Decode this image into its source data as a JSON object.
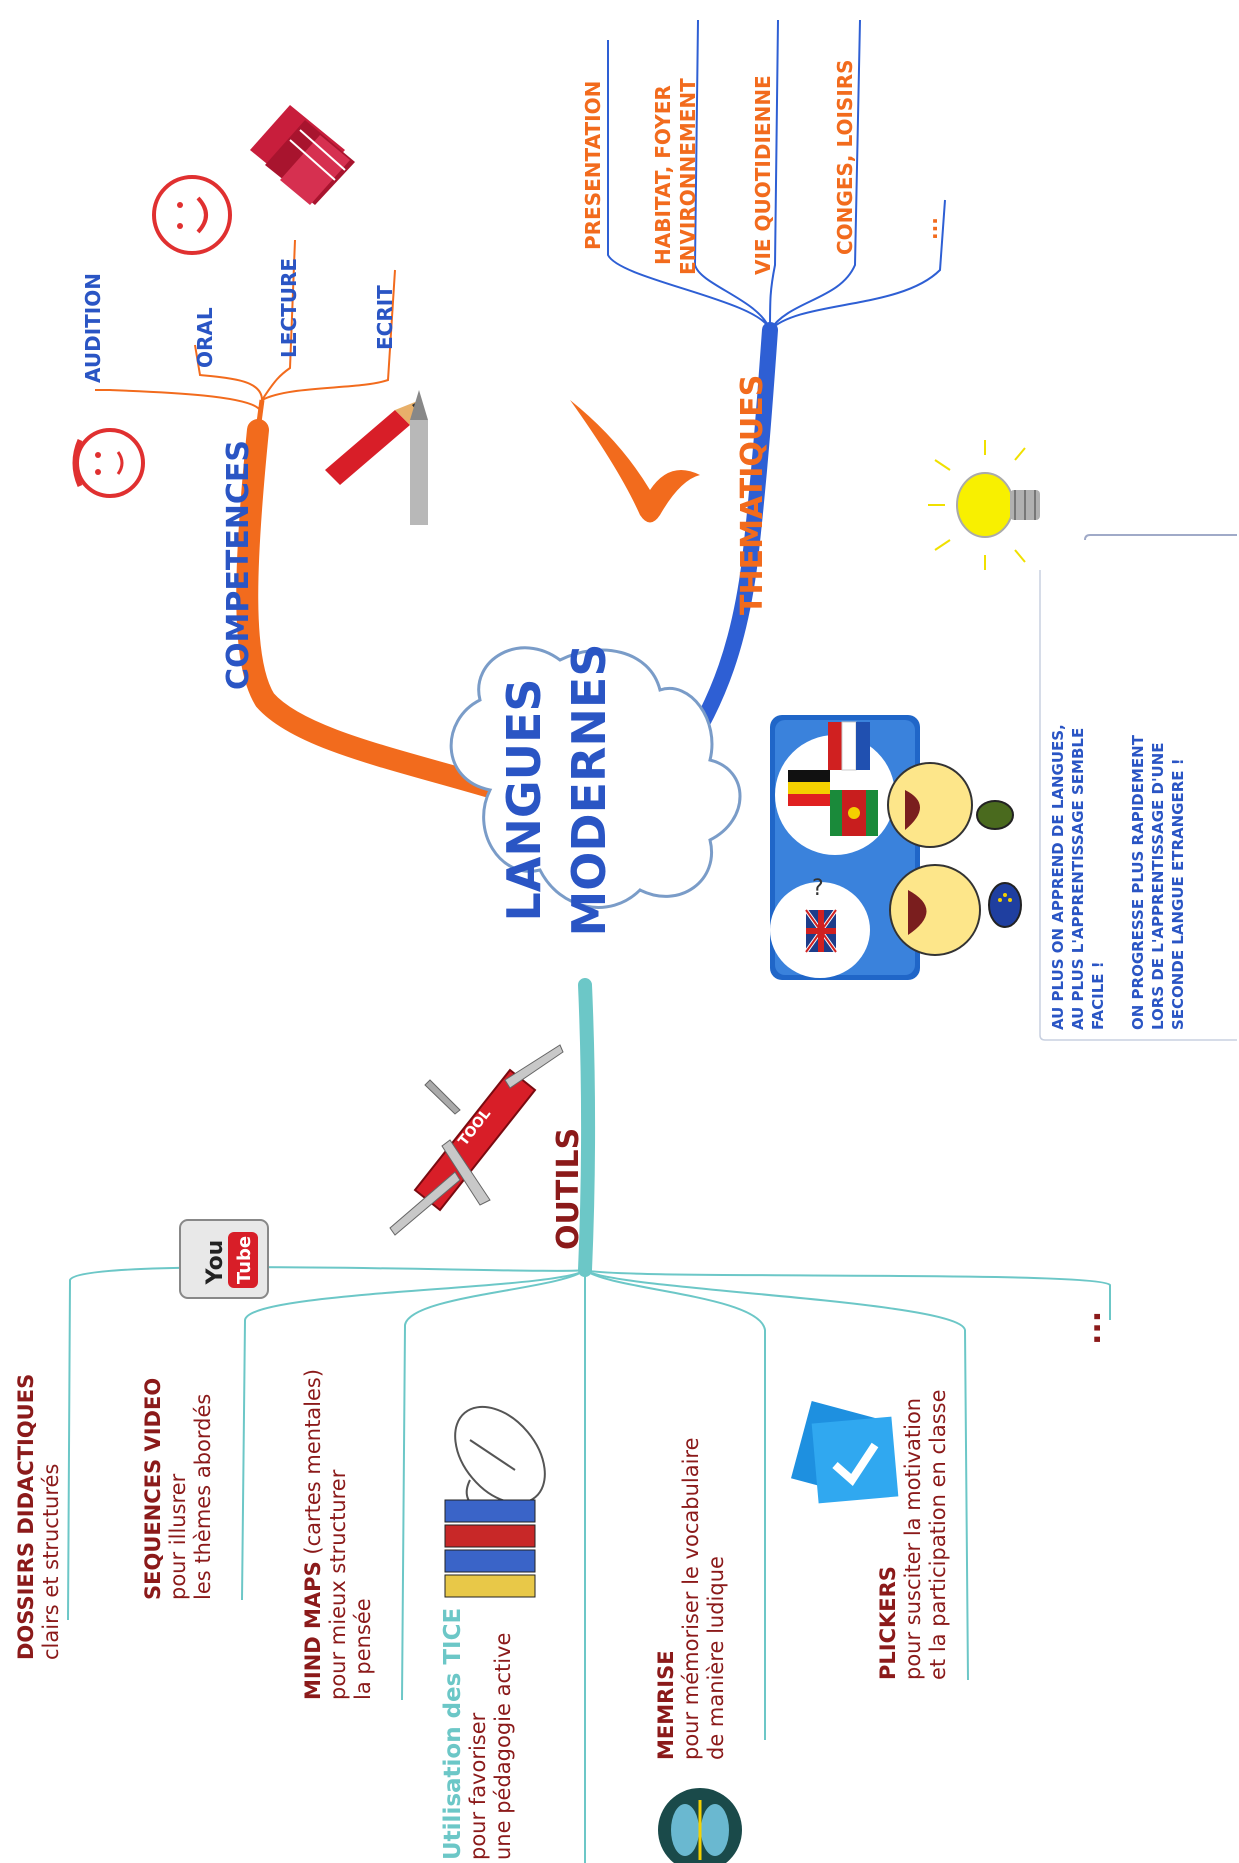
{
  "central": {
    "line1": "LANGUES",
    "line2": "MODERNES"
  },
  "competences": {
    "title": "COMPETENCES",
    "items": [
      "AUDITION",
      "ORAL",
      "LECTURE",
      "ECRIT"
    ]
  },
  "thematiques": {
    "title": "THEMATIQUES",
    "items": [
      {
        "line1": "PRESENTATION",
        "line2": ""
      },
      {
        "line1": "HABITAT, FOYER",
        "line2": "ENVIRONNEMENT"
      },
      {
        "line1": "VIE QUOTIDIENNE",
        "line2": ""
      },
      {
        "line1": "CONGES, LOISIRS",
        "line2": ""
      },
      {
        "line1": "...",
        "line2": ""
      }
    ]
  },
  "note": {
    "p1": [
      "AU PLUS ON APPREND DE LANGUES,",
      "AU PLUS L'APPRENTISSAGE SEMBLE",
      "FACILE !"
    ],
    "p2": [
      "ON PROGRESSE PLUS RAPIDEMENT",
      "LORS DE L'APPRENTISSAGE D'UNE",
      "SECONDE LANGUE ETRANGERE !"
    ]
  },
  "outils": {
    "title": "OUTILS",
    "dossiers": {
      "title": "DOSSIERS DIDACTIQUES",
      "line1": "clairs et structurés"
    },
    "video": {
      "title": "SEQUENCES VIDEO",
      "line1": "pour illusrer",
      "line2": "les thèmes abordés"
    },
    "mindmaps": {
      "title": "MIND MAPS",
      "title_suffix": " (cartes mentales)",
      "line1": "pour mieux structurer",
      "line2": "la pensée"
    },
    "tice": {
      "title": "Utilisation des TICE",
      "line1": "pour favoriser",
      "line2": "une pédagogie active"
    },
    "memrise": {
      "title": "MEMRISE",
      "line1": "pour mémoriser le vocabulaire",
      "line2": "de manière ludique"
    },
    "plickers": {
      "title": "PLICKERS",
      "line1": "pour susciter la motivation",
      "line2": "et la participation en classe"
    },
    "more": "..."
  },
  "icons": {
    "youtube_you": "You",
    "youtube_tube": "Tube",
    "knife_text": "TOOL"
  },
  "colors": {
    "orange": "#f26b1d",
    "blue": "#2e5fd4",
    "teal": "#6cc7c7",
    "darkred": "#8b1a1a",
    "textblue": "#2a55c4"
  }
}
